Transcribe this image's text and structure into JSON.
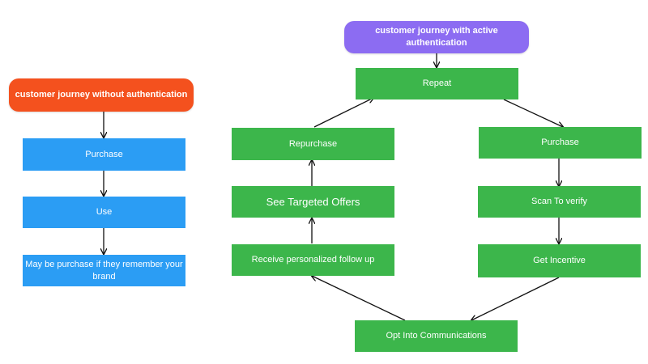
{
  "left": {
    "title": "customer journey without authentication",
    "steps": [
      "Purchase",
      "Use",
      "May be purchase if they remember your brand"
    ]
  },
  "right": {
    "title": "customer journey with active authentication",
    "repeat": "Repeat",
    "purchase": "Purchase",
    "scan": "Scan To verify",
    "incentive": "Get Incentive",
    "opt_in": "Opt Into Communications",
    "follow_up": "Receive personalized follow up",
    "offers": "See Targeted Offers",
    "repurchase": "Repurchase"
  },
  "colors": {
    "left_title": "#f4511e",
    "right_title": "#8c6cf2",
    "left_steps": "#2b9df4",
    "right_steps": "#3cb64b",
    "arrow": "#111111"
  }
}
